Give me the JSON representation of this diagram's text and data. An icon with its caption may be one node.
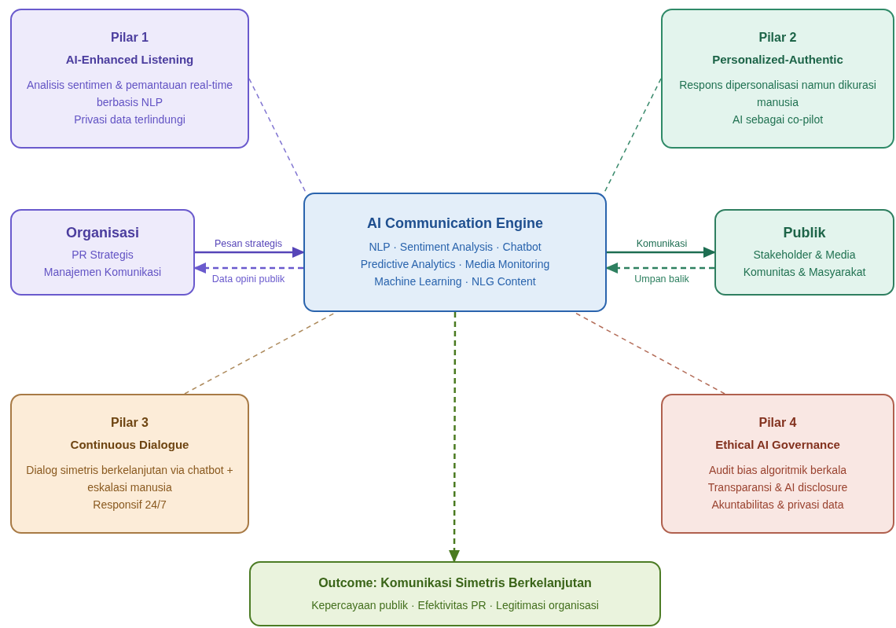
{
  "diagram": {
    "nodes": [
      {
        "text": [
          "Pilar 1",
          "AI-Enhanced Listening",
          "Analisis sentimen & pemantauan real-time berbasis NLP",
          "Privasi data terlindungi"
        ]
      },
      {
        "text": [
          "Pilar 2",
          "Personalized-Authentic",
          "Respons dipersonalisasi namun dikurasi manusia",
          "AI sebagai co-pilot"
        ]
      },
      {
        "text": [
          "Organisasi",
          "PR Strategis",
          "Manajemen Komunikasi"
        ]
      },
      {
        "text": [
          "AI Communication Engine",
          "NLP · Sentiment Analysis · Chatbot",
          "Predictive Analytics · Media Monitoring",
          "Machine Learning · NLG Content"
        ]
      },
      {
        "text": [
          "Publik",
          "Stakeholder & Media",
          "Komunitas & Masyarakat"
        ]
      },
      {
        "text": [
          "Pilar 3",
          "Continuous Dialogue",
          "Dialog simetris berkelanjutan via chatbot + eskalasi manusia",
          "Responsif 24/7"
        ]
      },
      {
        "text": [
          "Pilar 4",
          "Ethical AI Governance",
          "Audit bias algoritmik berkala",
          "Transparansi & AI disclosure",
          "Akuntabilitas & privasi data"
        ]
      },
      {
        "text": [
          "Outcome: Komunikasi Simetris Berkelanjutan",
          "Kepercayaan publik · Efektivitas PR · Legitimasi organisasi"
        ]
      }
    ],
    "edges": [
      {
        "from": 2,
        "to": 3,
        "arrow": "to",
        "label": "Pesan strategis",
        "color": "#5645b8"
      },
      {
        "from": 3,
        "to": 2,
        "arrow": "to",
        "label": "Data opini publik",
        "style": "dashed",
        "color": "#6a5acd"
      },
      {
        "from": 3,
        "to": 4,
        "arrow": "to",
        "label": "Komunikasi",
        "color": "#1e6e52"
      },
      {
        "from": 4,
        "to": 3,
        "arrow": "to",
        "label": "Umpan balik",
        "style": "dashed",
        "color": "#2e8060"
      },
      {
        "from": 0,
        "to": 3,
        "arrow": "none",
        "style": "dashed",
        "color": "#8276d2"
      },
      {
        "from": 1,
        "to": 3,
        "arrow": "none",
        "style": "dashed",
        "color": "#3a8a6c"
      },
      {
        "from": 5,
        "to": 3,
        "arrow": "none",
        "style": "dashed",
        "color": "#ad8a5c"
      },
      {
        "from": 6,
        "to": 3,
        "arrow": "none",
        "style": "dashed",
        "color": "#b36c58"
      },
      {
        "from": 3,
        "to": 7,
        "arrow": "to",
        "style": "dashed",
        "color": "#4a7a20"
      }
    ]
  }
}
